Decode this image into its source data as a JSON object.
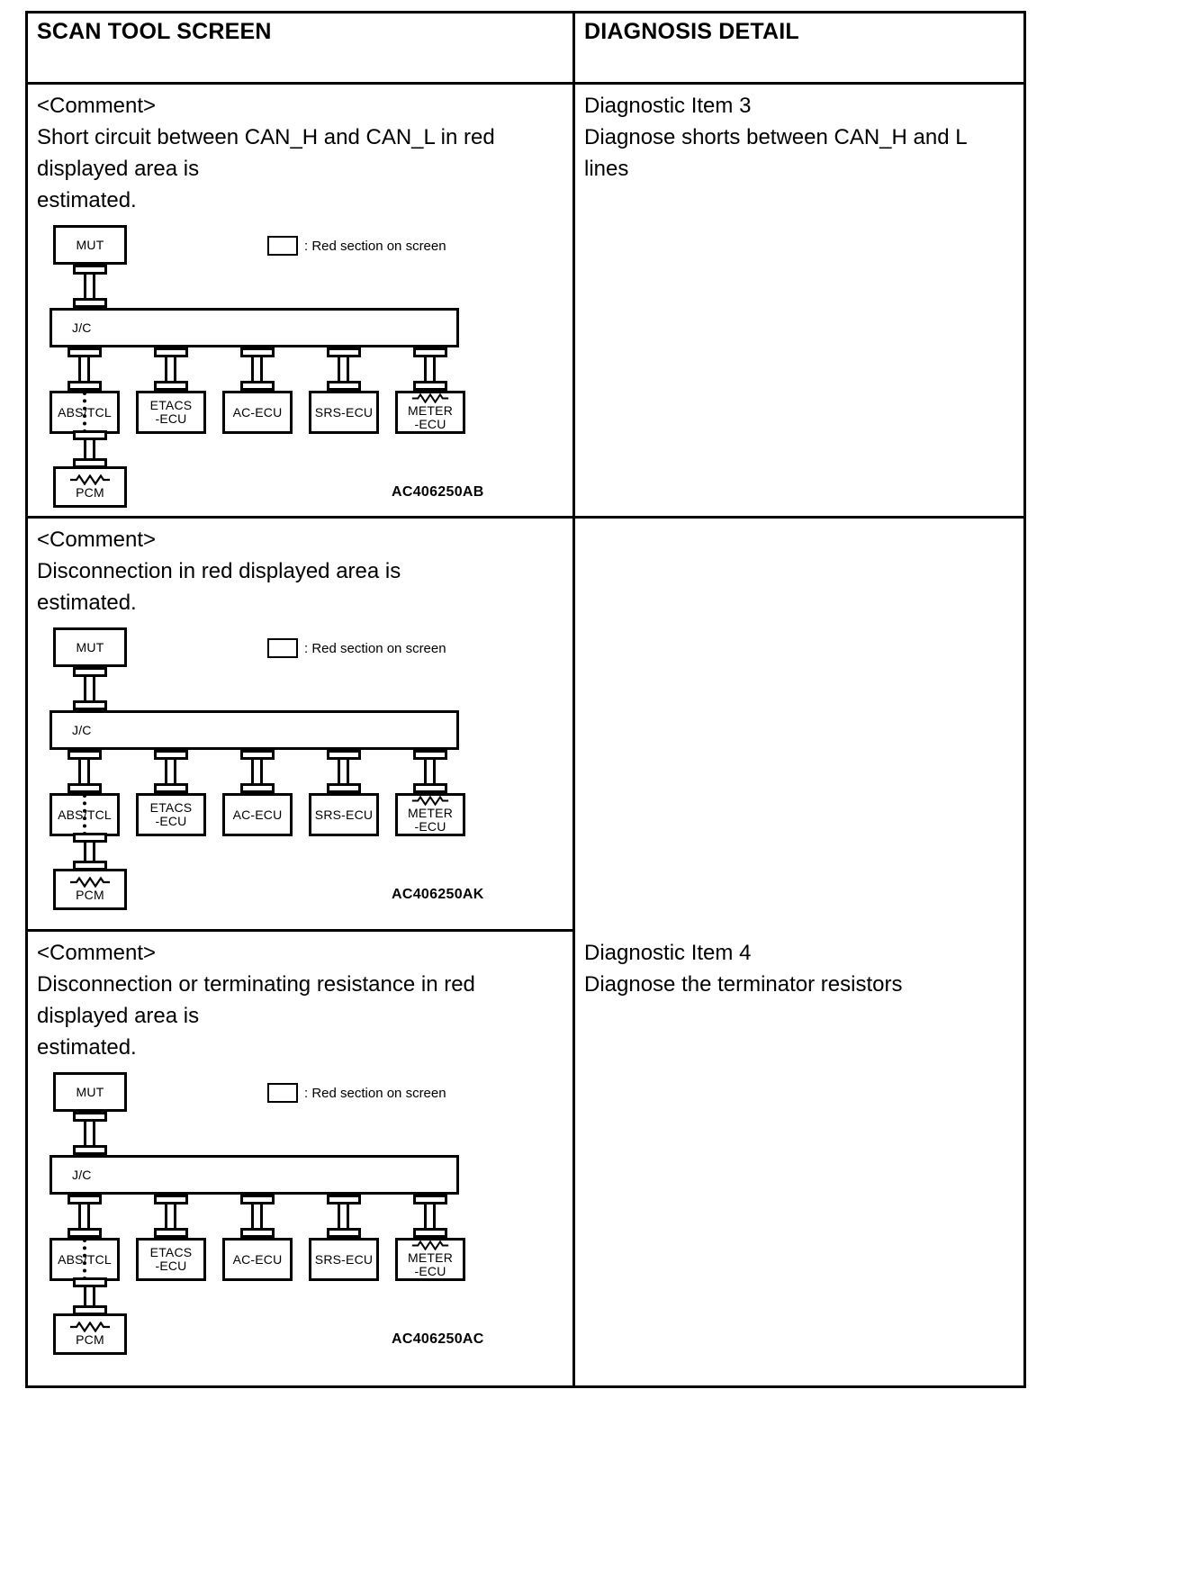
{
  "header": {
    "left_title": "SCAN TOOL SCREEN",
    "right_title": "DIAGNOSIS DETAIL"
  },
  "rows": [
    {
      "comment": "<Comment>\nShort circuit between CAN_H and CAN_L in red displayed area is\nestimated.",
      "legend": ": Red section on screen",
      "code": "AC406250AB",
      "detail": "Diagnostic Item 3\nDiagnose shorts between CAN_H and L lines"
    },
    {
      "comment": "<Comment>\nDisconnection in red displayed area is\nestimated.",
      "legend": ": Red section on screen",
      "code": "AC406250AK",
      "detail": ""
    },
    {
      "comment": "<Comment>\nDisconnection or terminating resistance in red displayed area is\nestimated.",
      "legend": ": Red section on screen",
      "code": "AC406250AC",
      "detail": "Diagnostic Item 4\nDiagnose the terminator resistors"
    }
  ],
  "diagram": {
    "scan_tool": "MUT",
    "junction": "J/C",
    "nodes": [
      {
        "label": "ABS/TCL",
        "has_resistor": false,
        "has_divider": true
      },
      {
        "label": "ETACS\n-ECU",
        "has_resistor": false,
        "has_divider": false
      },
      {
        "label": "AC-ECU",
        "has_resistor": false,
        "has_divider": false
      },
      {
        "label": "SRS-ECU",
        "has_resistor": false,
        "has_divider": false
      },
      {
        "label": "METER\n-ECU",
        "has_resistor": true,
        "has_divider": false
      }
    ],
    "powertrain": "PCM",
    "powertrain_has_resistor": true
  }
}
